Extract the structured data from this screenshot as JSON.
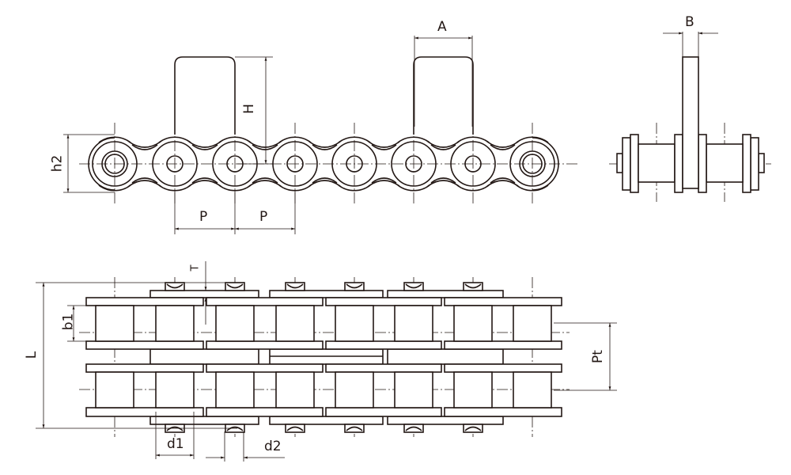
{
  "labels": {
    "A": "A",
    "B": "B",
    "H": "H",
    "h2": "h2",
    "P1": "P",
    "P2": "P",
    "T": "T",
    "b1": "b1",
    "L": "L",
    "Pt": "Pt",
    "d1": "d1",
    "d2": "d2"
  },
  "colors": {
    "line": "#231815",
    "background": "#ffffff"
  }
}
